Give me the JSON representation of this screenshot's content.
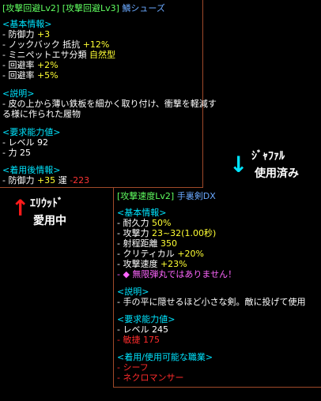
{
  "item1": {
    "title_prefix": "[攻撃回避Lv2] [攻撃回避Lv3]",
    "title_name": "鱗シューズ",
    "basic_header": "<基本情報>",
    "lines": [
      {
        "label": "- 防御力 ",
        "value": "+3"
      },
      {
        "label": "- ノックバック 抵抗 ",
        "value": "+12%"
      },
      {
        "label": "- ミニペットエサ分類 ",
        "value": "自然型"
      },
      {
        "label": "- 回避率 ",
        "value": "+2%"
      },
      {
        "label": "- 回避率 ",
        "value": "+5%"
      }
    ],
    "desc_header": "<説明>",
    "desc_lines": [
      "- 皮の上から薄い鉄板を細かく取り付け、衝撃を軽減す",
      "る様に作られた履物"
    ],
    "req_header": "<要求能力値>",
    "req_lines": [
      "- レベル 92",
      "- 力 25"
    ],
    "worn_header": "<着用後情報>",
    "worn_line": {
      "label": "- 防御力 ",
      "value1": "+35",
      "mid": " 運 ",
      "value2": "-223"
    }
  },
  "item2": {
    "title_prefix": "[攻撃速度Lv2]",
    "title_name": "手裏剣DX",
    "basic_header": "<基本情報>",
    "lines": [
      {
        "label": "- 耐久力 ",
        "value": "50%"
      },
      {
        "label": "- 攻撃力 ",
        "value": "23~32(1.00秒)"
      },
      {
        "label": "- 射程距離 ",
        "value": "350"
      },
      {
        "label": "- クリティカル ",
        "value": "+20%"
      },
      {
        "label": "- 攻撃速度 ",
        "value": "+23%"
      }
    ],
    "special_line": "- ◆ 無限弾丸ではありません！",
    "desc_header": "<説明>",
    "desc_line": "- 手の平に隠せるほど小さな剣。敵に投げて使用",
    "req_header": "<要求能力値>",
    "req_line1": "- レベル 245",
    "req_line2": "- 敏捷 175",
    "class_header": "<着用/使用可能な職業>",
    "class_lines": [
      "- シーフ",
      "- ネクロマンサー"
    ]
  },
  "stamps": {
    "used_arrow": "↓",
    "used_line1": "ｼﾞｬﾌｧﾙ",
    "used_line2": "使用済み",
    "wear_arrow": "↑",
    "wear_line1": "ｴﾘｳｯﾄﾞ",
    "wear_line2": "愛用中"
  }
}
